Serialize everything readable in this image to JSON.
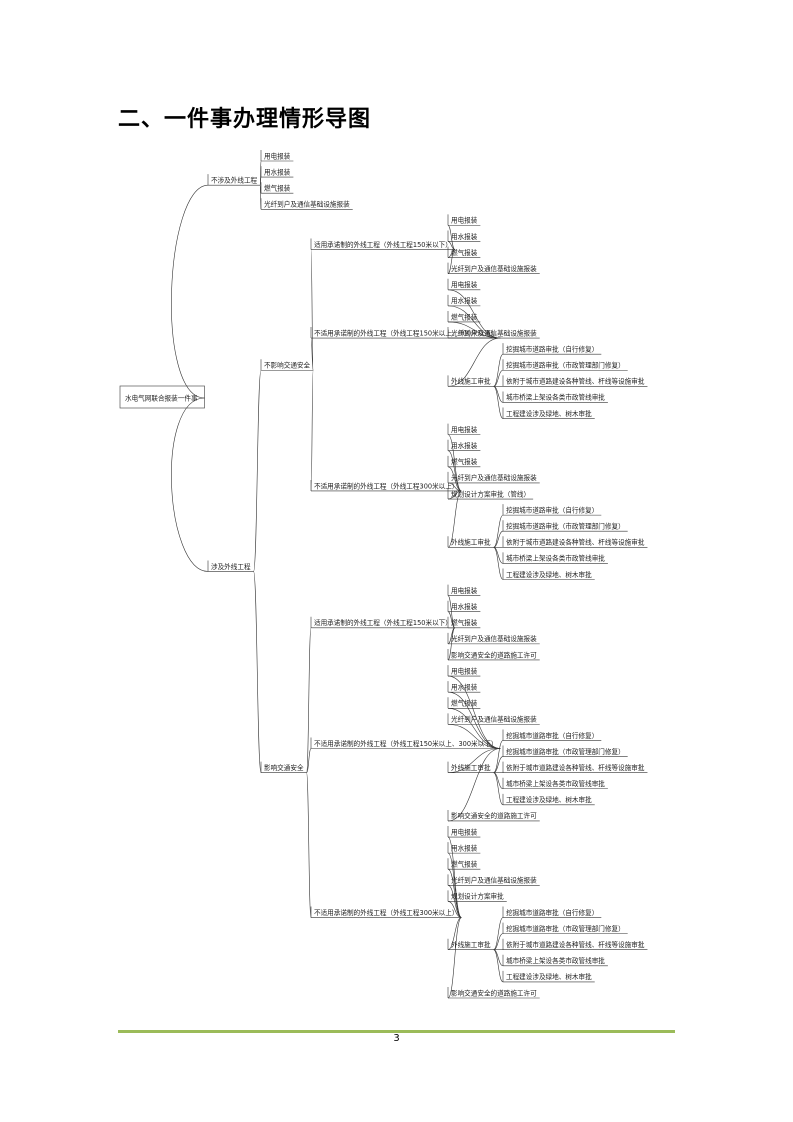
{
  "title": "二、一件事办理情形导图",
  "page_number": "3",
  "colors": {
    "accent_rule": "#9bbb59",
    "line": "#333333",
    "box_border": "#555555"
  },
  "tree": {
    "label": "水电气网联合报装一件事",
    "children": [
      {
        "label": "不涉及外线工程",
        "children": [
          {
            "label": "用电报装"
          },
          {
            "label": "用水报装"
          },
          {
            "label": "燃气报装"
          },
          {
            "label": "光纤到户及通信基础设施报装"
          }
        ]
      },
      {
        "label": "涉及外线工程",
        "children": [
          {
            "label": "不影响交通安全",
            "children": [
              {
                "label": "适用承诺制的外线工程（外线工程150米以下）",
                "children": [
                  {
                    "label": "用电报装"
                  },
                  {
                    "label": "用水报装"
                  },
                  {
                    "label": "燃气报装"
                  },
                  {
                    "label": "光纤到户及通信基础设施报装"
                  }
                ]
              },
              {
                "label": "不适用承诺制的外线工程（外线工程150米以上、300米以下）",
                "children": [
                  {
                    "label": "用电报装"
                  },
                  {
                    "label": "用水报装"
                  },
                  {
                    "label": "燃气报装"
                  },
                  {
                    "label": "光纤到户及通信基础设施报装"
                  },
                  {
                    "label": "外线施工审批",
                    "children": [
                      {
                        "label": "挖掘城市道路审批（自行修复）"
                      },
                      {
                        "label": "挖掘城市道路审批（市政管理部门修复）"
                      },
                      {
                        "label": "依附于城市道路建设各种管线、杆线等设施审批"
                      },
                      {
                        "label": "城市桥梁上架设各类市政管线审批"
                      },
                      {
                        "label": "工程建设涉及绿地、树木审批"
                      }
                    ]
                  }
                ]
              },
              {
                "label": "不适用承诺制的外线工程（外线工程300米以上）",
                "children": [
                  {
                    "label": "用电报装"
                  },
                  {
                    "label": "用水报装"
                  },
                  {
                    "label": "燃气报装"
                  },
                  {
                    "label": "光纤到户及通信基础设施报装"
                  },
                  {
                    "label": "规划设计方案审批（管线）"
                  },
                  {
                    "label": "外线施工审批",
                    "children": [
                      {
                        "label": "挖掘城市道路审批（自行修复）"
                      },
                      {
                        "label": "挖掘城市道路审批（市政管理部门修复）"
                      },
                      {
                        "label": "依附于城市道路建设各种管线、杆线等设施审批"
                      },
                      {
                        "label": "城市桥梁上架设各类市政管线审批"
                      },
                      {
                        "label": "工程建设涉及绿地、树木审批"
                      }
                    ]
                  }
                ]
              }
            ]
          },
          {
            "label": "影响交通安全",
            "children": [
              {
                "label": "适用承诺制的外线工程（外线工程150米以下）",
                "children": [
                  {
                    "label": "用电报装"
                  },
                  {
                    "label": "用水报装"
                  },
                  {
                    "label": "燃气报装"
                  },
                  {
                    "label": "光纤到户及通信基础设施报装"
                  },
                  {
                    "label": "影响交通安全的道路施工许可"
                  }
                ]
              },
              {
                "label": "不适用承诺制的外线工程（外线工程150米以上、300米以下）",
                "children": [
                  {
                    "label": "用电报装"
                  },
                  {
                    "label": "用水报装"
                  },
                  {
                    "label": "燃气报装"
                  },
                  {
                    "label": "光纤到户及通信基础设施报装"
                  },
                  {
                    "label": "外线施工审批",
                    "children": [
                      {
                        "label": "挖掘城市道路审批（自行修复）"
                      },
                      {
                        "label": "挖掘城市道路审批（市政管理部门修复）"
                      },
                      {
                        "label": "依附于城市道路建设各种管线、杆线等设施审批"
                      },
                      {
                        "label": "城市桥梁上架设各类市政管线审批"
                      },
                      {
                        "label": "工程建设涉及绿地、树木审批"
                      }
                    ]
                  },
                  {
                    "label": "影响交通安全的道路施工许可"
                  }
                ]
              },
              {
                "label": "不适用承诺制的外线工程（外线工程300米以上）",
                "children": [
                  {
                    "label": "用电报装"
                  },
                  {
                    "label": "用水报装"
                  },
                  {
                    "label": "燃气报装"
                  },
                  {
                    "label": "光纤到户及通信基础设施报装"
                  },
                  {
                    "label": "规划设计方案审批"
                  },
                  {
                    "label": "外线施工审批",
                    "children": [
                      {
                        "label": "挖掘城市道路审批（自行修复）"
                      },
                      {
                        "label": "挖掘城市道路审批（市政管理部门修复）"
                      },
                      {
                        "label": "依附于城市道路建设各种管线、杆线等设施审批"
                      },
                      {
                        "label": "城市桥梁上架设各类市政管线审批"
                      },
                      {
                        "label": "工程建设涉及绿地、树木审批"
                      }
                    ]
                  },
                  {
                    "label": "影响交通安全的道路施工许可"
                  }
                ]
              }
            ]
          }
        ]
      }
    ]
  }
}
